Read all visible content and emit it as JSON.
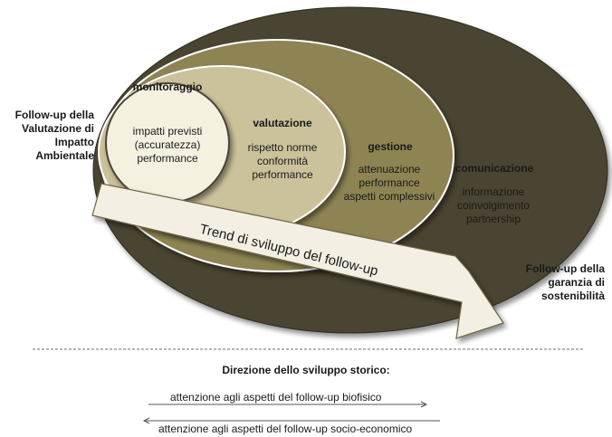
{
  "left_label": [
    "Follow-up della",
    "Valutazione di",
    "Impatto",
    "Ambientale"
  ],
  "right_label": [
    "Follow-up della",
    "garanzia di",
    "sostenibilità"
  ],
  "rings": {
    "monitoraggio": {
      "title": "monitoraggio",
      "items": [
        "impatti previsti",
        "(accuratezza)",
        "performance"
      ],
      "color": "#f5f1e1"
    },
    "valutazione": {
      "title": "valutazione",
      "items": [
        "rispetto  norme",
        "conformità",
        "performance"
      ],
      "color": "#cbc19b"
    },
    "gestione": {
      "title": "gestione",
      "items": [
        "attenuazione",
        "performance",
        "aspetti complessivi"
      ],
      "color": "#8e8452"
    },
    "comunicazione": {
      "title": "comunicazione",
      "items": [
        "informazione",
        "coinvolgimento",
        "partnership"
      ],
      "color": "#4a4430"
    }
  },
  "arrow": {
    "label": "Trend di sviluppo del follow-up",
    "color": "#f3f0e3"
  },
  "footer": {
    "title": "Direzione dello sviluppo storico:",
    "line1": "attenzione agli aspetti  del  follow-up biofisico",
    "line2": "attenzione agli aspetti del follow-up socio-economico"
  }
}
